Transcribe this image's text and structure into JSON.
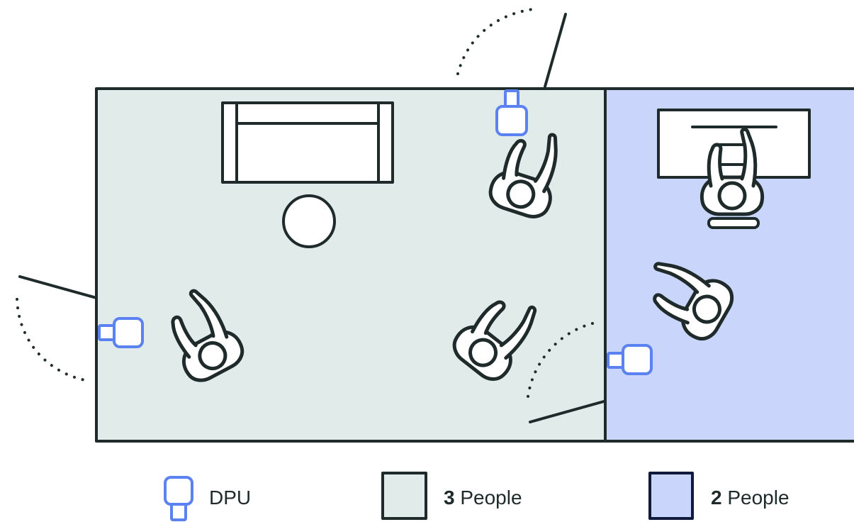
{
  "colors": {
    "stroke": "#1f2a2a",
    "room_a_fill": "#e1ecea",
    "room_b_fill": "#c9d5fb",
    "dpu": "#5b82f0",
    "legend_room_b_border": "#101a3c"
  },
  "rooms": [
    {
      "name": "living-room",
      "people_count": 3
    },
    {
      "name": "office-room",
      "people_count": 2
    }
  ],
  "icons": [
    "sofa-icon",
    "round-table-icon",
    "desk-icon",
    "chair-icon",
    "person-icon",
    "dpu-sensor-icon",
    "door-icon",
    "door-swing-arc"
  ],
  "legend": {
    "dpu_label": "DPU",
    "room_a_count": "3",
    "room_a_suffix": "People",
    "room_b_count": "2",
    "room_b_suffix": "People"
  }
}
